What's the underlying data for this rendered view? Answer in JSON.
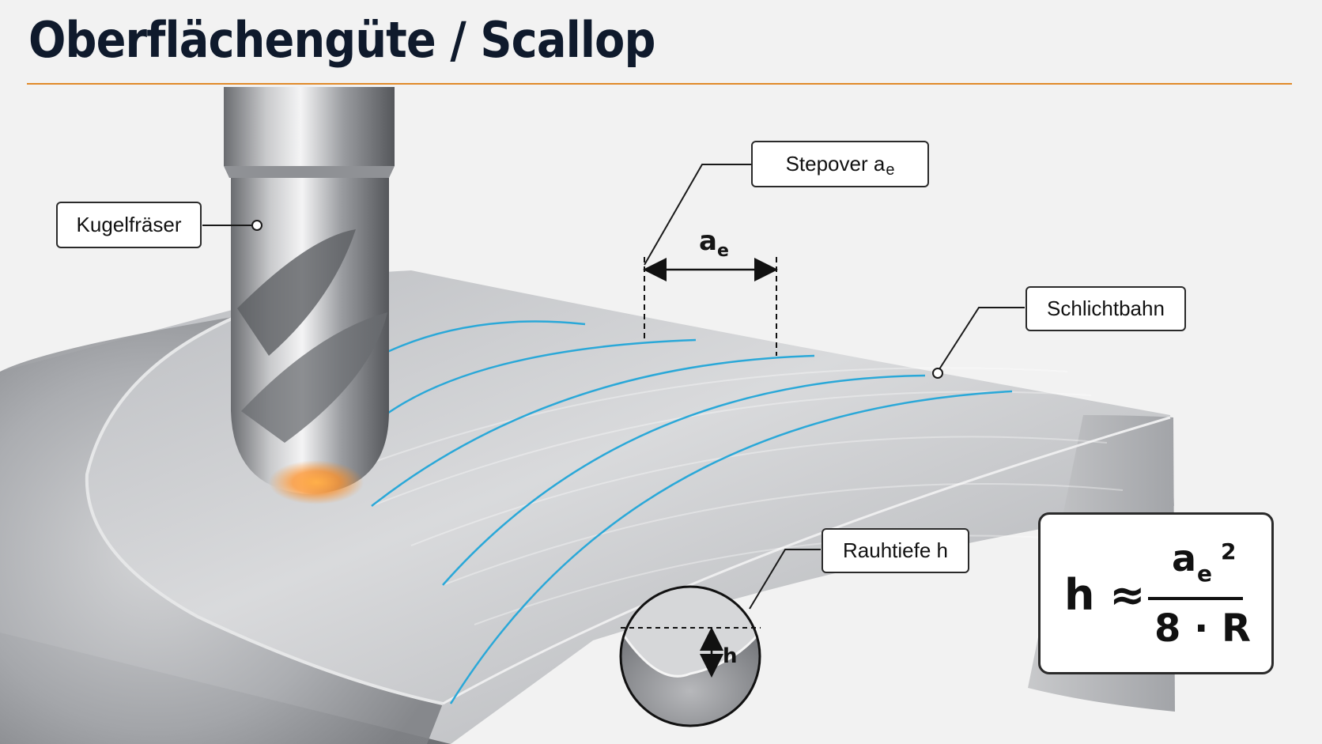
{
  "title": "Oberflächengüte / Scallop",
  "labels": {
    "tool": "Kugelfräser",
    "stepover_text": "Stepover a",
    "stepover_sub": "e",
    "pass": "Schlichtbahn",
    "roughness": "Rauhtiefe h"
  },
  "dimension": {
    "symbol": "a",
    "sub": "e"
  },
  "inset": {
    "height_symbol": "h"
  },
  "formula": {
    "lhs": "h ≈",
    "numerator": "a",
    "numerator_sub": "e",
    "numerator_sup": "2",
    "denominator": "8 · R"
  },
  "colors": {
    "accent_rule": "#e08a2a",
    "toolpath": "#2aa8d8",
    "title": "#0f1a2c",
    "hot_spot": "#ff8a1a"
  }
}
